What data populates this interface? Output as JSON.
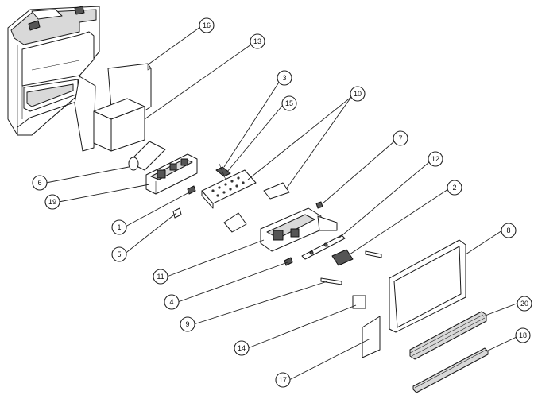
{
  "callouts": [
    {
      "id": "16",
      "label": "16"
    },
    {
      "id": "13",
      "label": "13"
    },
    {
      "id": "3",
      "label": "3"
    },
    {
      "id": "15",
      "label": "15"
    },
    {
      "id": "10",
      "label": "10"
    },
    {
      "id": "7",
      "label": "7"
    },
    {
      "id": "12",
      "label": "12"
    },
    {
      "id": "2",
      "label": "2"
    },
    {
      "id": "6",
      "label": "6"
    },
    {
      "id": "19",
      "label": "19"
    },
    {
      "id": "1",
      "label": "1"
    },
    {
      "id": "5",
      "label": "5"
    },
    {
      "id": "8",
      "label": "8"
    },
    {
      "id": "11",
      "label": "11"
    },
    {
      "id": "4",
      "label": "4"
    },
    {
      "id": "9",
      "label": "9"
    },
    {
      "id": "20",
      "label": "20"
    },
    {
      "id": "14",
      "label": "14"
    },
    {
      "id": "18",
      "label": "18"
    },
    {
      "id": "17",
      "label": "17"
    }
  ],
  "colors": {
    "line": "#1a1a1a",
    "background": "#ffffff",
    "shade": "#d9d9d9"
  }
}
